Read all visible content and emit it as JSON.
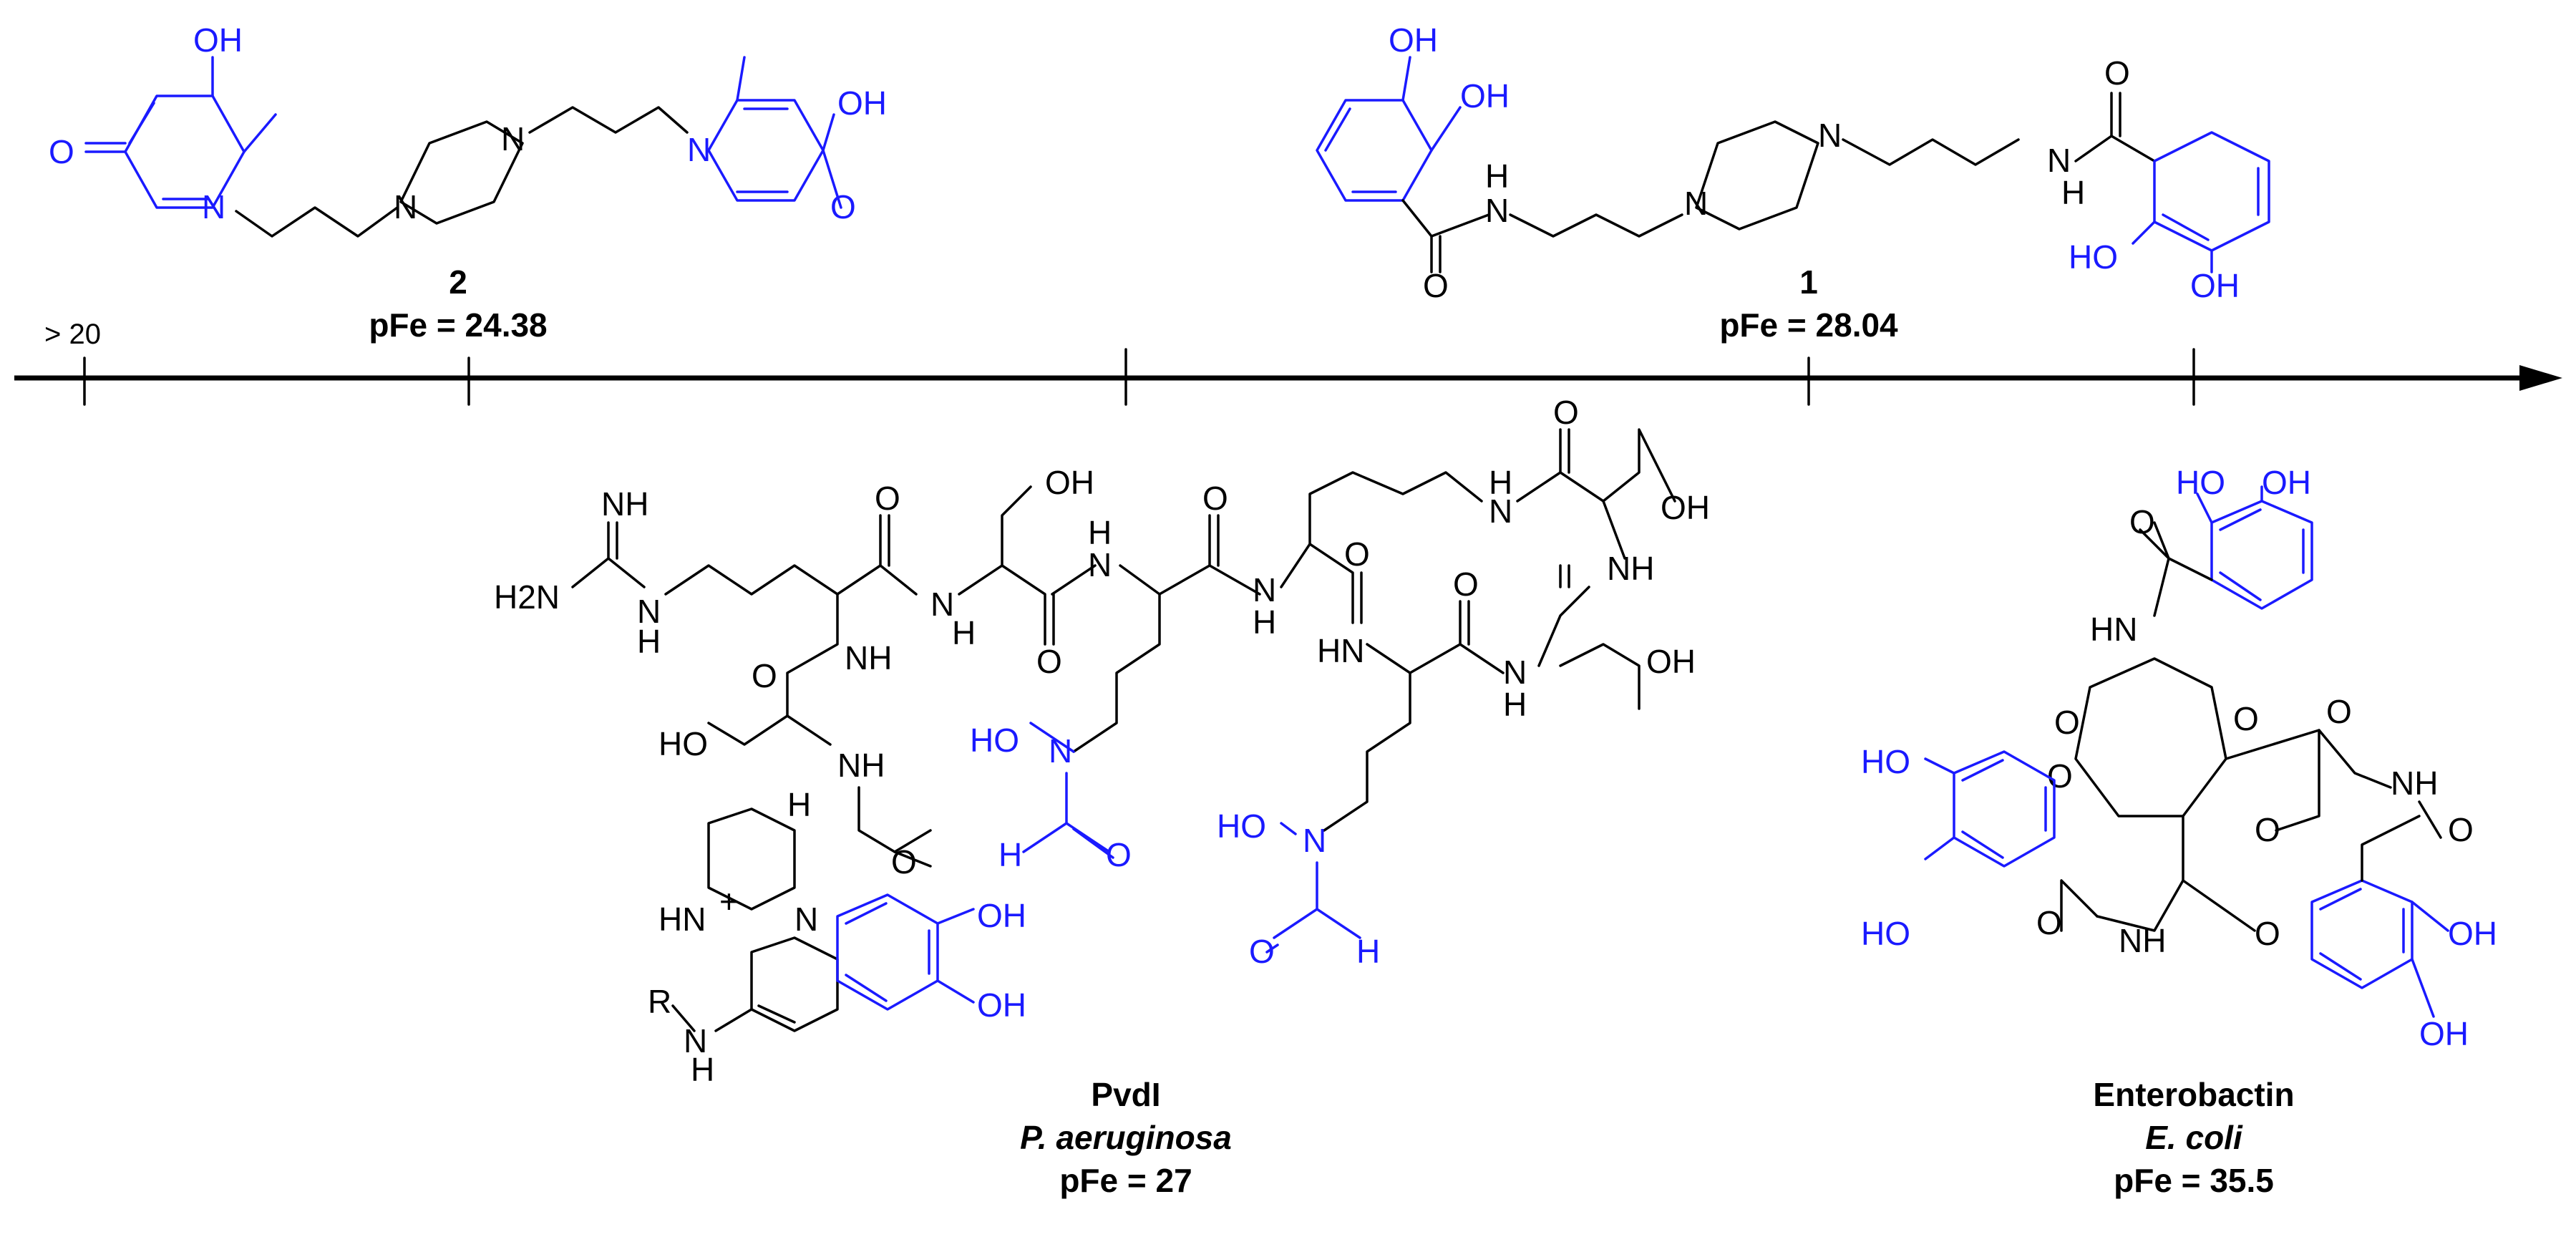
{
  "axis": {
    "tick_start_label": "> 20"
  },
  "compounds": [
    {
      "id": "compound-2",
      "label": "2",
      "pfe": "pFe = 24.38"
    },
    {
      "id": "compound-1",
      "label": "1",
      "pfe": "pFe = 28.04"
    },
    {
      "id": "pvdi",
      "label": "PvdI",
      "organism": "P. aeruginosa",
      "pfe": "pFe = 27"
    },
    {
      "id": "enterobactin",
      "label": "Enterobactin",
      "organism": "E. coli",
      "pfe": "pFe = 35.5"
    }
  ],
  "atoms": {
    "oh": "OH",
    "ho": "HO",
    "o": "O",
    "n": "N",
    "h": "H",
    "nh": "NH",
    "hn": "HN",
    "h2n": "H2N",
    "ho_n": "HO",
    "r": "R",
    "plus": "+"
  },
  "colors": {
    "chelator": "#1a1aff",
    "scaffold": "#000000"
  }
}
